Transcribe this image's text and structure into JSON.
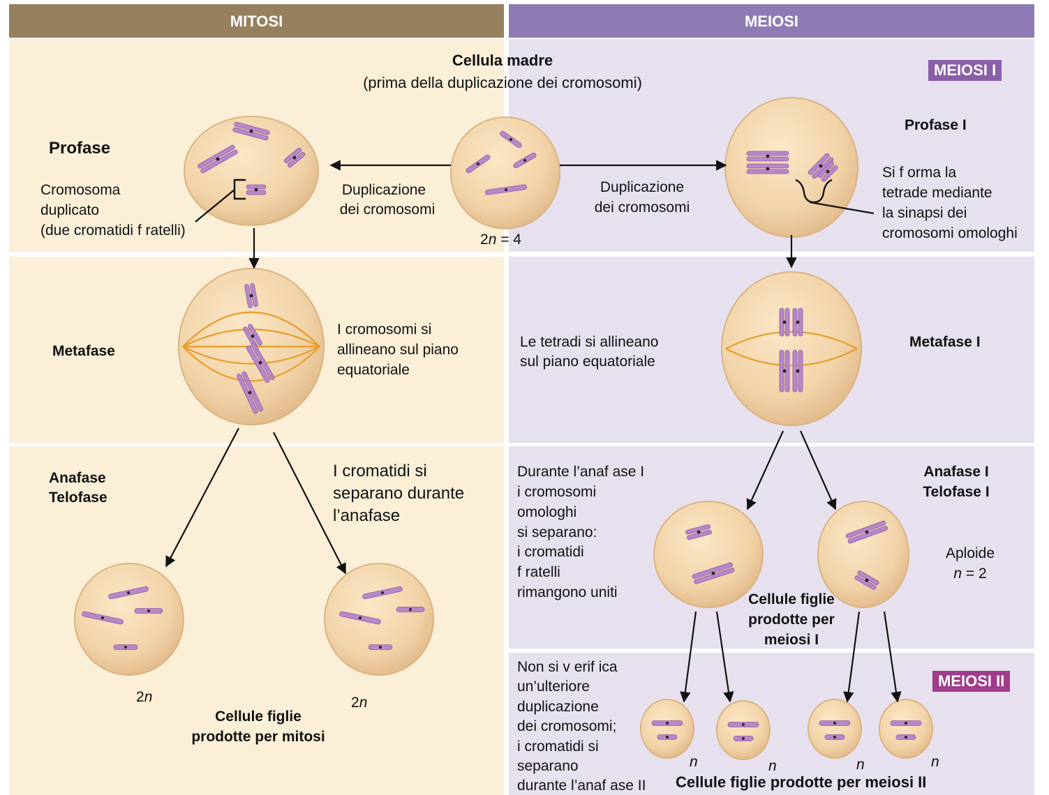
{
  "colors": {
    "mitosi_header": "#96805d",
    "meiosi_header": "#8e7bb4",
    "mitosi_panel": "#fbefd8",
    "meiosi_panel": "#e7e0ee",
    "cell_fill": "#f1d3a8",
    "cell_edge": "#d9b480",
    "chromosome": "#b886c9",
    "spindle": "#e89d2c",
    "badge_meiosi_1": "#8a5fa8",
    "badge_meiosi_2": "#a03c8c"
  },
  "headers": {
    "mitosi": "MITOSI",
    "meiosi": "MEIOSI"
  },
  "badges": {
    "meiosi_1": "MEIOSI I",
    "meiosi_2": "MEIOSI II"
  },
  "mother_cell": {
    "title": "Cellula madre",
    "subtitle": "(prima della duplicazione dei cromosomi)",
    "ploidy_prefix": "2",
    "ploidy_var": "n",
    "ploidy_suffix": " = 4"
  },
  "mitosis": {
    "prophase": {
      "title": "Profase",
      "label_lines": [
        "Cromosoma",
        "duplicato",
        "(due cromatidi f ratelli)"
      ]
    },
    "duplication_lines": [
      "Duplicazione",
      "dei cromosomi"
    ],
    "metaphase": {
      "title": "Metafase",
      "note_lines": [
        "I cromosomi si",
        "allineano sul piano",
        "equatoriale"
      ]
    },
    "anaphase": {
      "title_lines": [
        "Anafase",
        "Telofase"
      ],
      "note_lines": [
        "I cromatidi si",
        "separano durante",
        "l’anafase"
      ]
    },
    "daughters": {
      "ploidy_prefix": "2",
      "ploidy_var": "n",
      "caption_lines": [
        "Cellule figlie",
        "prodotte per mitosi"
      ]
    }
  },
  "meiosis": {
    "duplication_lines": [
      "Duplicazione",
      "dei cromosomi"
    ],
    "prophase": {
      "title": "Profase I",
      "note_lines": [
        "Si f orma la",
        "tetrade mediante",
        "la sinapsi dei",
        "cromosomi omologhi"
      ]
    },
    "metaphase": {
      "title": "Metafase I",
      "note_lines": [
        "Le tetradi si allineano",
        "sul piano equatoriale"
      ]
    },
    "anaphase": {
      "title_lines": [
        "Anafase I",
        "Telofase I"
      ],
      "note_lines": [
        "Durante l’anaf ase I",
        "i cromosomi",
        "omologhi",
        "si separano:",
        "i cromatidi",
        "f ratelli",
        "rimangono uniti"
      ]
    },
    "haploid": {
      "label": "Aploide",
      "ploidy_var": "n",
      "ploidy_suffix": " = 2"
    },
    "daughters_1": {
      "caption_lines": [
        "Cellule figlie",
        "prodotte per",
        "meiosi I"
      ]
    },
    "meiosis_2": {
      "note_lines": [
        "Non si v erif ica",
        "un’ulteriore",
        "duplicazione",
        "dei cromosomi;",
        "i cromatidi si",
        "separano",
        "durante l’anaf ase II"
      ],
      "cell_ploidy": "n",
      "caption": "Cellule figlie prodotte per meiosi II"
    }
  }
}
